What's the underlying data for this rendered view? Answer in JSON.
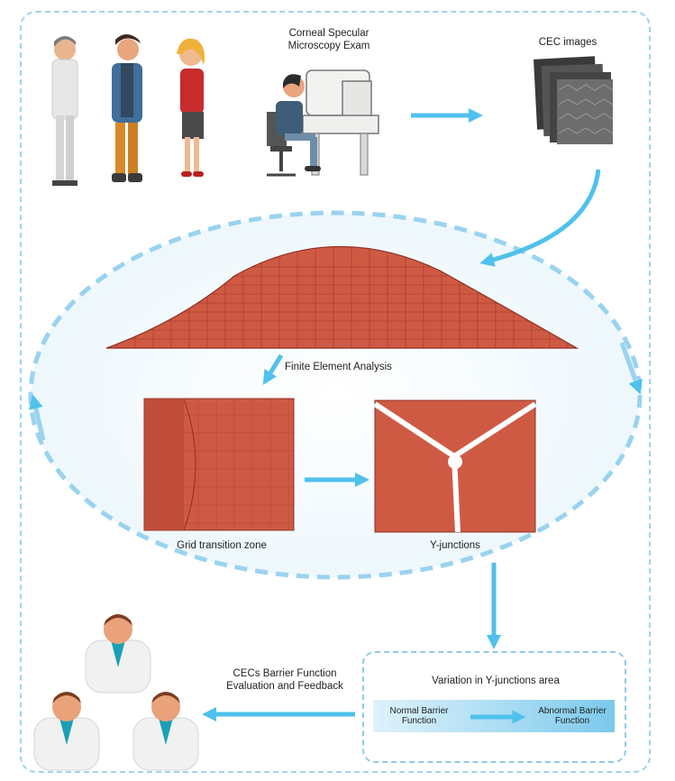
{
  "labels": {
    "exam": "Corneal Specular Microscopy Exam",
    "cec_images": "CEC images",
    "fea": "Finite Element Analysis",
    "grid_zone": "Grid transition zone",
    "y_junctions": "Y-junctions",
    "variation_title": "Variation in Y-junctions area",
    "normal": "Normal Barrier Function",
    "abnormal": "Abnormal Barrier Function",
    "feedback": "CECs Barrier Function Evaluation and Feedback"
  },
  "colors": {
    "accent_blue": "#4fc1ec",
    "mesh_red": "#cf5a44",
    "frame_dash": "#9fd3ec"
  },
  "icons": [
    "people-group",
    "microscope-operator",
    "cec-image-stack",
    "corneal-mesh",
    "doctor-icon"
  ]
}
